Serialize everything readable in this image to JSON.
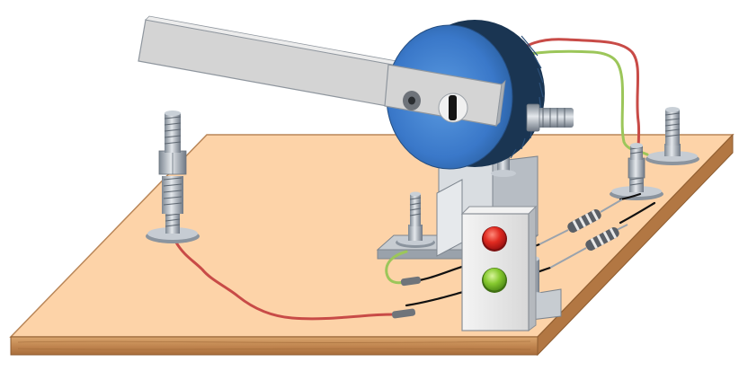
{
  "figure": {
    "components": [
      {
        "id": "base-board",
        "icon": "wooden-board-icon"
      },
      {
        "id": "lever-arm",
        "icon": "aluminum-bar-icon"
      },
      {
        "id": "potentiometer",
        "icon": "rotary-potentiometer-icon"
      },
      {
        "id": "mounting-bracket",
        "icon": "angle-bracket-icon"
      },
      {
        "id": "indicator-panel",
        "icon": "indicator-box-icon"
      },
      {
        "id": "red-led",
        "icon": "red-lamp-icon"
      },
      {
        "id": "green-led",
        "icon": "green-lamp-icon"
      },
      {
        "id": "resistor-1",
        "icon": "resistor-icon"
      },
      {
        "id": "resistor-2",
        "icon": "resistor-icon"
      },
      {
        "id": "bolt-left",
        "icon": "bolt-icon"
      },
      {
        "id": "bolt-right-front",
        "icon": "bolt-icon"
      },
      {
        "id": "bolt-right-back",
        "icon": "bolt-icon"
      },
      {
        "id": "bolt-bracket",
        "icon": "bolt-icon"
      }
    ],
    "colors": {
      "board_top": "#fdd3a8",
      "board_edge": "#c9925c",
      "pot_blue": "#3a78c9",
      "pot_dark": "#1a3552",
      "bar_gray": "#d4d4d4",
      "panel_gray": "#e4e4e4",
      "led_red": "#d42020",
      "led_green": "#7cc22a",
      "wire_red": "#c84b47",
      "wire_green": "#9cc65a",
      "wire_black": "#111111",
      "steel": "#a8b0ba"
    }
  }
}
